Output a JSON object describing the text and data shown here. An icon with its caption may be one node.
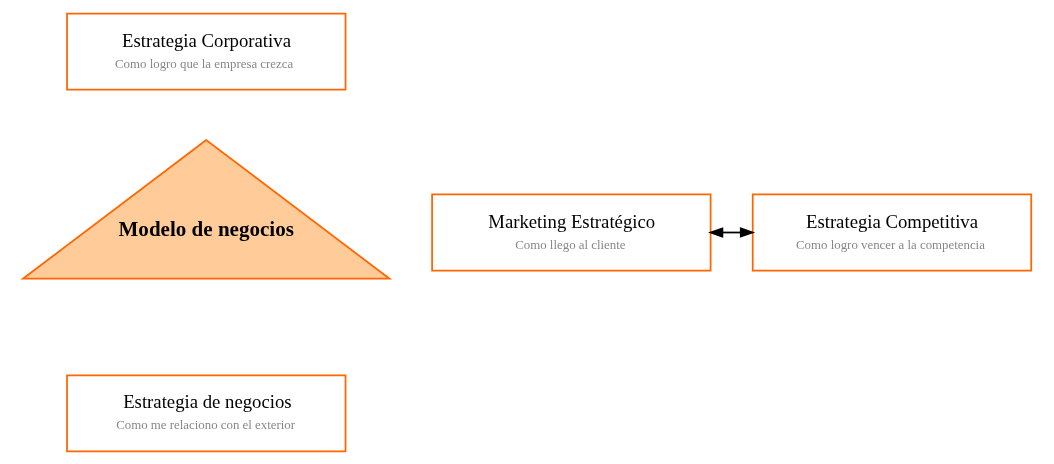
{
  "diagram": {
    "nodes": [
      {
        "text": [
          "Estrategia Corporativa",
          "Como logro que la empresa crezca"
        ]
      },
      {
        "text": [
          "Marketing Estratégico",
          "Como llego al cliente"
        ]
      },
      {
        "text": [
          "Modelo de negocios"
        ]
      },
      {
        "text": [
          "Estrategia Competitiva",
          "Como logro vencer a la competencia"
        ]
      },
      {
        "text": [
          "Estrategia de negocios",
          "Como me relaciono con el exterior"
        ]
      }
    ],
    "edges": [
      {
        "from": 1,
        "to": 3,
        "arrow": "both"
      }
    ]
  }
}
